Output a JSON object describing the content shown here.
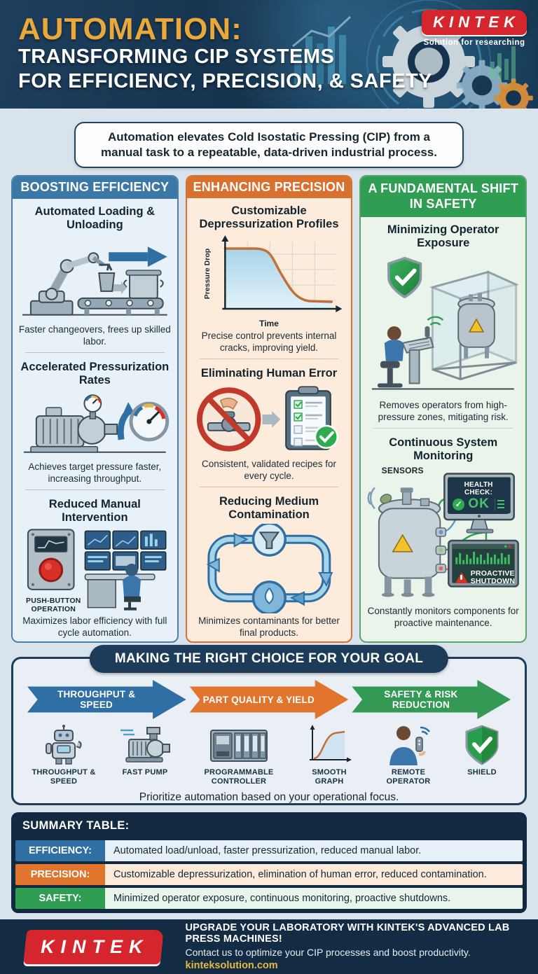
{
  "header": {
    "title_accent": "AUTOMATION:",
    "title_line2": "TRANSFORMING CIP SYSTEMS",
    "title_line3": "FOR EFFICIENCY, PRECISION, & SAFETY",
    "brand": "KINTEK",
    "tagline": "Solution for researching",
    "accent_color": "#e8a83c",
    "bg_color": "#16344f",
    "brand_red": "#d4262c"
  },
  "intro": {
    "text": "Automation elevates Cold Isostatic Pressing (CIP) from a manual task to a repeatable, data-driven industrial process."
  },
  "columns": [
    {
      "title": "BOOSTING EFFICIENCY",
      "accent": "#3b78a6",
      "sections": [
        {
          "heading": "Automated Loading & Unloading",
          "caption": "Faster changeovers, frees up skilled labor.",
          "illustration": "robot-arm-conveyor"
        },
        {
          "heading": "Accelerated Pressurization Rates",
          "caption": "Achieves target pressure faster, increasing throughput.",
          "illustration": "pump-and-gauge"
        },
        {
          "heading": "Reduced Manual Intervention",
          "label": "PUSH-BUTTON OPERATION",
          "caption": "Maximizes labor efficiency with full cycle automation.",
          "illustration": "push-button-and-control-room"
        }
      ]
    },
    {
      "title": "ENHANCING PRECISION",
      "accent": "#d8702f",
      "sections": [
        {
          "heading": "Customizable Depressurization Profiles",
          "caption": "Precise control prevents internal cracks, improving yield.",
          "illustration": "depressurization-profile-chart"
        },
        {
          "heading": "Eliminating Human Error",
          "caption": "Consistent, validated recipes for every cycle.",
          "illustration": "no-manual-valve-to-validated-checklist"
        },
        {
          "heading": "Reducing Medium Contamination",
          "caption": "Minimizes contaminants for better final products.",
          "illustration": "closed-loop-filter-droplet-cycle"
        }
      ]
    },
    {
      "title": "A FUNDAMENTAL SHIFT IN SAFETY",
      "accent": "#2f9e53",
      "sections": [
        {
          "heading": "Minimizing Operator Exposure",
          "caption": "Removes operators from high-pressure zones, mitigating risk.",
          "illustration": "operator-outside-shielded-enclosure"
        },
        {
          "heading": "Continuous System Monitoring",
          "labels": {
            "sensors": "SENSORS",
            "health_check": "HEALTH CHECK:",
            "ok": "OK",
            "shutdown_line1": "PROACTIVE",
            "shutdown_line2": "SHUTDOWN"
          },
          "caption": "Constantly monitors components for proactive maintenance.",
          "illustration": "vessel-with-sensor-monitoring"
        }
      ]
    }
  ],
  "chart_data": {
    "type": "line",
    "title": "Customizable Depressurization Profiles",
    "xlabel": "Time",
    "ylabel": "Pressure Drop",
    "x": [
      0,
      1,
      2,
      3,
      4,
      5,
      6,
      7,
      8,
      9,
      10
    ],
    "values": [
      100,
      100,
      99,
      96,
      88,
      72,
      48,
      26,
      12,
      7,
      5
    ],
    "series_color": "#c0703a",
    "fill_color": "#aed6ea",
    "grid": true,
    "tick_labels_shown": false,
    "note": "Schematic sigmoid pressure-release profile; axes labeled only, no numeric ticks."
  },
  "choice": {
    "title": "MAKING THE RIGHT CHOICE FOR YOUR GOAL",
    "arrows": [
      {
        "label": "THROUGHPUT & SPEED",
        "color": "#2f6fa3"
      },
      {
        "label": "PART QUALITY & YIELD",
        "color": "#e2752e"
      },
      {
        "label": "SAFETY & RISK REDUCTION",
        "color": "#339955"
      }
    ],
    "icons": [
      {
        "label": "THROUGHPUT & SPEED",
        "icon": "robot-icon"
      },
      {
        "label": "FAST PUMP",
        "icon": "fast-pump-icon"
      },
      {
        "label": "PROGRAMMABLE CONTROLLER",
        "icon": "plc-icon"
      },
      {
        "label": "SMOOTH GRAPH",
        "icon": "smooth-graph-icon"
      },
      {
        "label": "REMOTE OPERATOR",
        "icon": "remote-operator-icon"
      },
      {
        "label": "SHIELD",
        "icon": "shield-icon"
      }
    ],
    "footnote": "Prioritize automation based on your operational focus."
  },
  "summary": {
    "title": "SUMMARY TABLE:",
    "rows": [
      {
        "label": "EFFICIENCY:",
        "text": "Automated load/unload, faster pressurization, reduced manual labor.",
        "label_bg": "#2f6fa3",
        "row_bg": "#e7f0f8"
      },
      {
        "label": "PRECISION:",
        "text": "Customizable depressurization, elimination of human error, reduced contamination.",
        "label_bg": "#e2752e",
        "row_bg": "#fdeada"
      },
      {
        "label": "SAFETY:",
        "text": "Minimized operator exposure, continuous monitoring, proactive shutdowns.",
        "label_bg": "#2f9e53",
        "row_bg": "#e9f4ea"
      }
    ]
  },
  "footer": {
    "brand": "KINTEK",
    "line1": "UPGRADE YOUR LABORATORY WITH KINTEK'S ADVANCED LAB PRESS MACHINES!",
    "line2": "Contact us to optimize your CIP processes and boost productivity.",
    "url": "kinteksolution.com",
    "bg_color": "#132c44",
    "url_color": "#e6b93f"
  }
}
